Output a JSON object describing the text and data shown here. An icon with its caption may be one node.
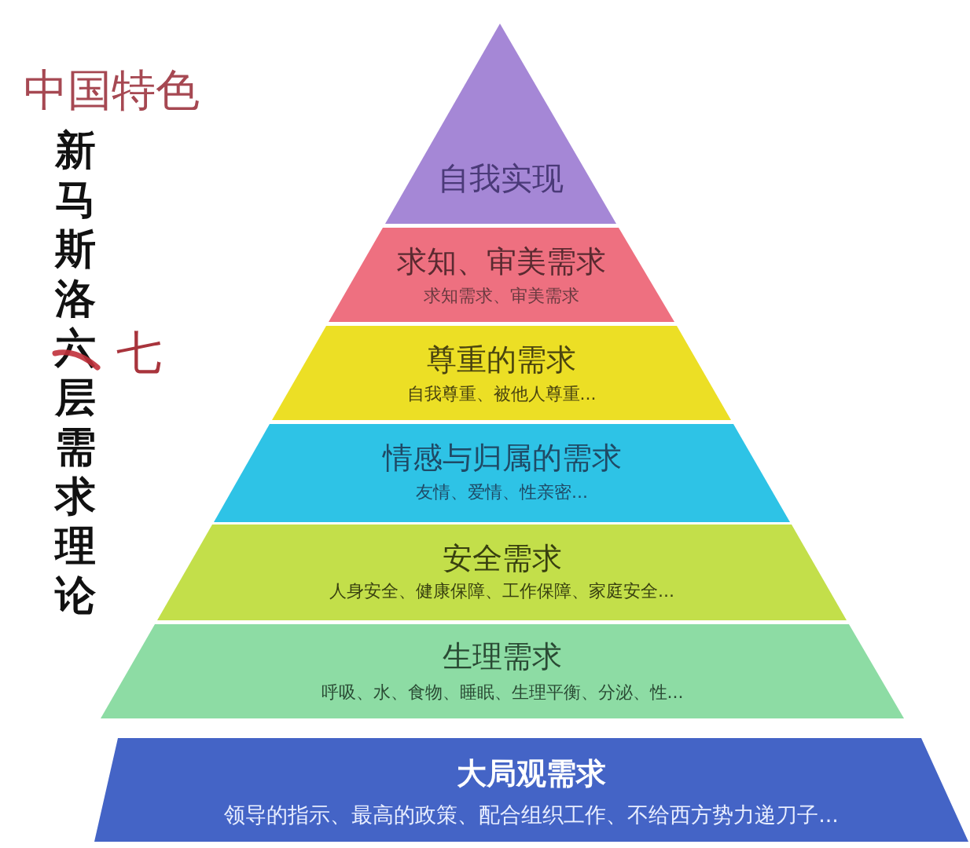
{
  "diagram": {
    "title": "新马斯洛六层需求理论",
    "nodes": [
      {
        "text": [
          "自我实现"
        ]
      },
      {
        "text": [
          "求知、审美需求",
          "求知需求、审美需求"
        ]
      },
      {
        "text": [
          "尊重的需求",
          "自我尊重、被他人尊重..."
        ]
      },
      {
        "text": [
          "情感与归属的需求",
          "友情、爱情、性亲密..."
        ]
      },
      {
        "text": [
          "安全需求",
          "人身安全、健康保障、工作保障、家庭安全..."
        ]
      },
      {
        "text": [
          "生理需求",
          "呼吸、水、食物、睡眠、生理平衡、分泌、性..."
        ]
      },
      {
        "text": [
          "大局观需求",
          "领导的指示、最高的政策、配合组织工作、不给西方势力递刀子..."
        ]
      }
    ],
    "edges": [],
    "labels": [
      "中国特色",
      "七"
    ]
  }
}
